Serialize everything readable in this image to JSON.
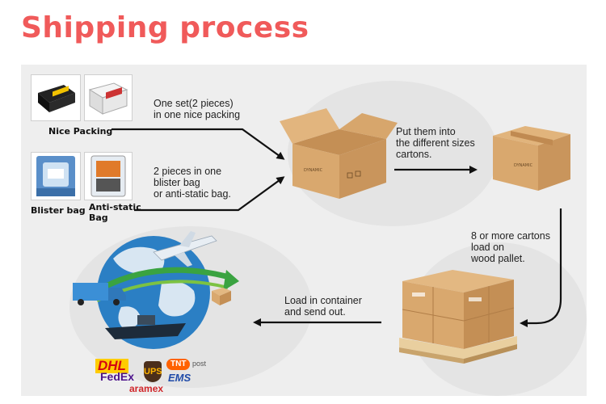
{
  "title": "Shipping process",
  "packaging": {
    "nice_packing_label": "Nice Packing",
    "blister_label": "Blister bag",
    "antistatic_label": "Anti-static\nBag",
    "nice_desc": "One set(2 pieces)\nin one nice packing",
    "blister_desc": "2 pieces in one\nblister bag\nor anti-static bag."
  },
  "steps": {
    "cartons": "Put them into\nthe different sizes\ncartons.",
    "pallet": "8 or more cartons\nload on\nwood pallet.",
    "container": "Load in container\nand send out."
  },
  "carriers": [
    "DHL",
    "UPS",
    "TNT",
    "post",
    "FedEx",
    "EMS",
    "aramex"
  ],
  "colors": {
    "title": "#f05a5a",
    "arrow": "#111111",
    "cardboard": "#d6a36a",
    "globe": "#1f6fb5",
    "dhl": "#d40511",
    "fedex_purple": "#4d148c",
    "fedex_orange": "#ff6600",
    "ups_brown": "#4b2e1a",
    "tnt_orange": "#ff6200",
    "ems_blue": "#1f4aa8"
  }
}
